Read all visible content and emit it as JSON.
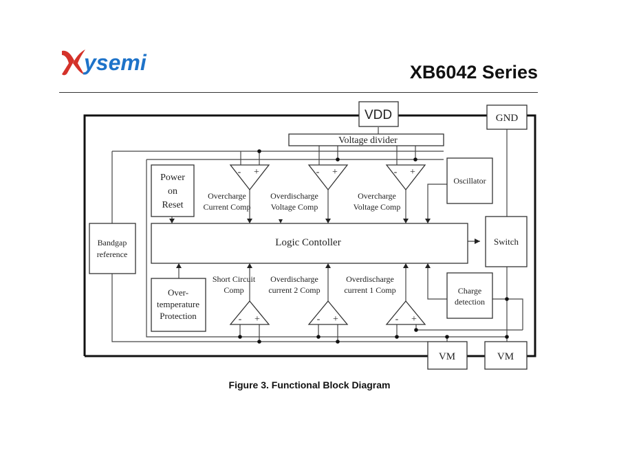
{
  "header": {
    "logo_text": "ysemi",
    "series_title": "XB6042 Series"
  },
  "diagram": {
    "vdd": "VDD",
    "gnd": "GND",
    "voltage_divider": "Voltage divider",
    "power_on_reset": [
      "Power",
      "on",
      "Reset"
    ],
    "oscillator": "Oscillator",
    "bandgap": [
      "Bandgap",
      "reference"
    ],
    "logic_controller": "Logic Contoller",
    "switch": "Switch",
    "over_temperature": [
      "Over-",
      "temperature",
      "Protection"
    ],
    "charge_detection": [
      "Charge",
      "detection"
    ],
    "vm_left": "VM",
    "vm_right": "VM",
    "comp_top_1": [
      "Overcharge",
      "Current Comp"
    ],
    "comp_top_2": [
      "Overdischarge",
      "Voltage Comp"
    ],
    "comp_top_3": [
      "Overcharge",
      "Voltage Comp"
    ],
    "comp_bot_1": [
      "Short Circuit",
      "Comp"
    ],
    "comp_bot_2": [
      "Overdischarge",
      "current 2 Comp"
    ],
    "comp_bot_3": [
      "Overdischarge",
      "current 1 Comp"
    ],
    "minus": "-",
    "plus": "+"
  },
  "caption": "Figure 3. Functional Block Diagram"
}
